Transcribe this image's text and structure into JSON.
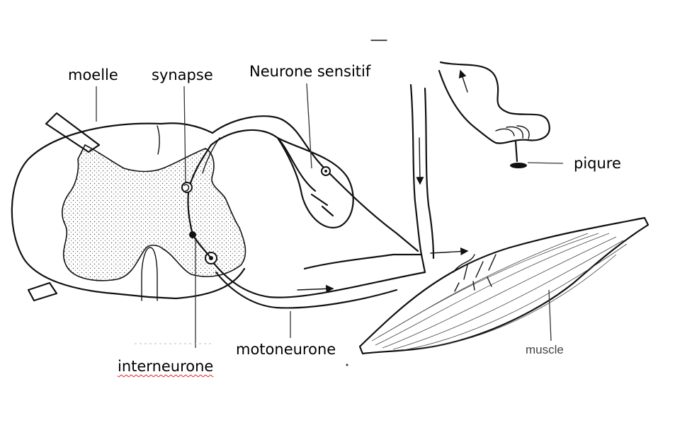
{
  "labels": {
    "moelle": "moelle",
    "synapse": "synapse",
    "neurone_sensitif": "Neurone sensitif",
    "piqure": "piqure",
    "motoneurone": "motoneurone",
    "interneurone": "interneurone",
    "muscle": "muscle"
  },
  "colors": {
    "outline": "#111111",
    "grey_matter_dots": "#555555",
    "spellcheck_underline": "#dd2222"
  }
}
